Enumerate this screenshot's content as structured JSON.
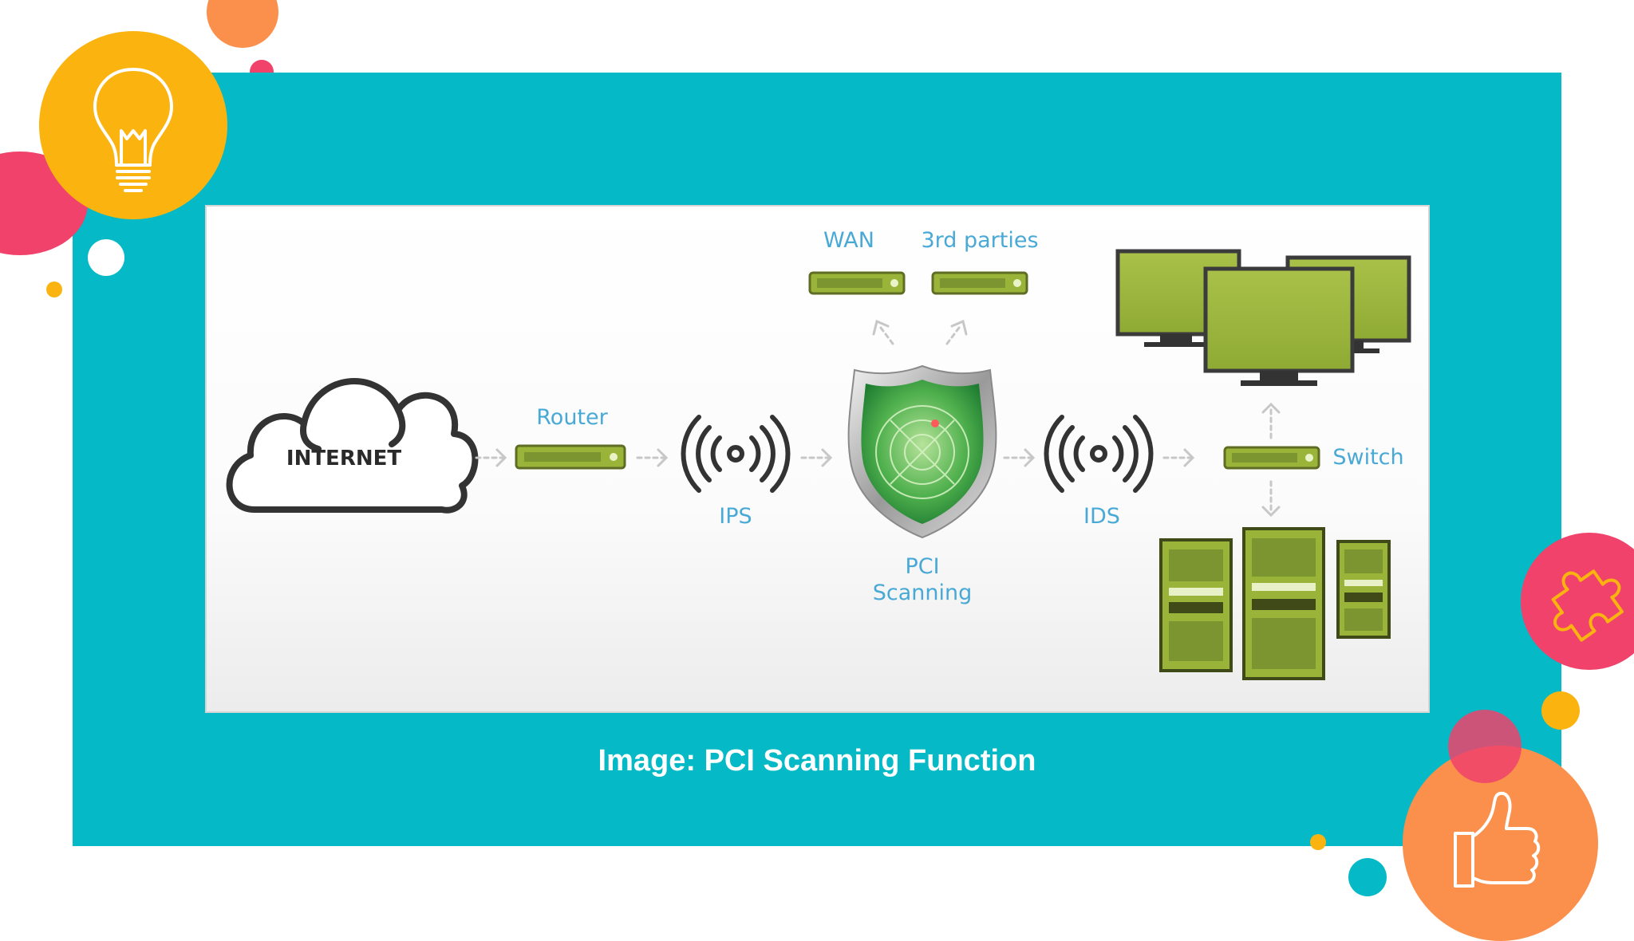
{
  "diagram": {
    "internet_label": "INTERNET",
    "router_label": "Router",
    "ips_label": "IPS",
    "wan_label": "WAN",
    "third_parties_label": "3rd parties",
    "pci_label_line1": "PCI",
    "pci_label_line2": "Scanning",
    "ids_label": "IDS",
    "switch_label": "Switch"
  },
  "caption": "Image: PCI Scanning Function",
  "colors": {
    "teal": "#05bac6",
    "label_blue": "#49a9d6",
    "device_green": "#9ab43a",
    "bulb_yellow": "#fbb30f",
    "pink": "#f0426b",
    "orange": "#fb8f4c"
  },
  "icons": [
    "lightbulb-icon",
    "puzzle-icon",
    "thumbs-up-icon"
  ]
}
